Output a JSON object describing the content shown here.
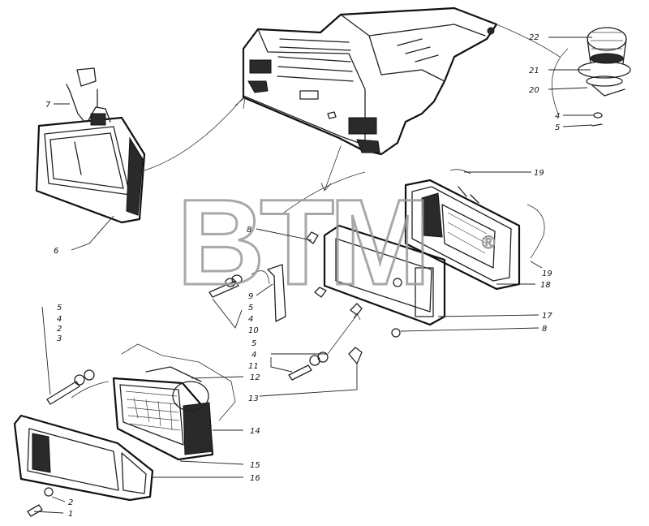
{
  "watermark": {
    "text": "BTM",
    "mark": "®"
  },
  "callouts": [
    {
      "id": "c22",
      "text": "22"
    },
    {
      "id": "c21",
      "text": "21"
    },
    {
      "id": "c20",
      "text": "20"
    },
    {
      "id": "c4a",
      "text": "4"
    },
    {
      "id": "c5a",
      "text": "5"
    },
    {
      "id": "c19a",
      "text": "19"
    },
    {
      "id": "c19b",
      "text": "19"
    },
    {
      "id": "c18",
      "text": "18"
    },
    {
      "id": "c17",
      "text": "17"
    },
    {
      "id": "c8a",
      "text": "8"
    },
    {
      "id": "c8b",
      "text": "8"
    },
    {
      "id": "c7",
      "text": "7"
    },
    {
      "id": "c6",
      "text": "6"
    },
    {
      "id": "c9",
      "text": "9"
    },
    {
      "id": "c5b",
      "text": "5"
    },
    {
      "id": "c4b",
      "text": "4"
    },
    {
      "id": "c10",
      "text": "10"
    },
    {
      "id": "c5c",
      "text": "5"
    },
    {
      "id": "c4c",
      "text": "4"
    },
    {
      "id": "c2a",
      "text": "2"
    },
    {
      "id": "c3",
      "text": "3"
    },
    {
      "id": "c5d",
      "text": "5"
    },
    {
      "id": "c4d",
      "text": "4"
    },
    {
      "id": "c11",
      "text": "11"
    },
    {
      "id": "c12",
      "text": "12"
    },
    {
      "id": "c13",
      "text": "13"
    },
    {
      "id": "c14",
      "text": "14"
    },
    {
      "id": "c15",
      "text": "15"
    },
    {
      "id": "c16",
      "text": "16"
    },
    {
      "id": "c2b",
      "text": "2"
    },
    {
      "id": "c1",
      "text": "1"
    }
  ]
}
